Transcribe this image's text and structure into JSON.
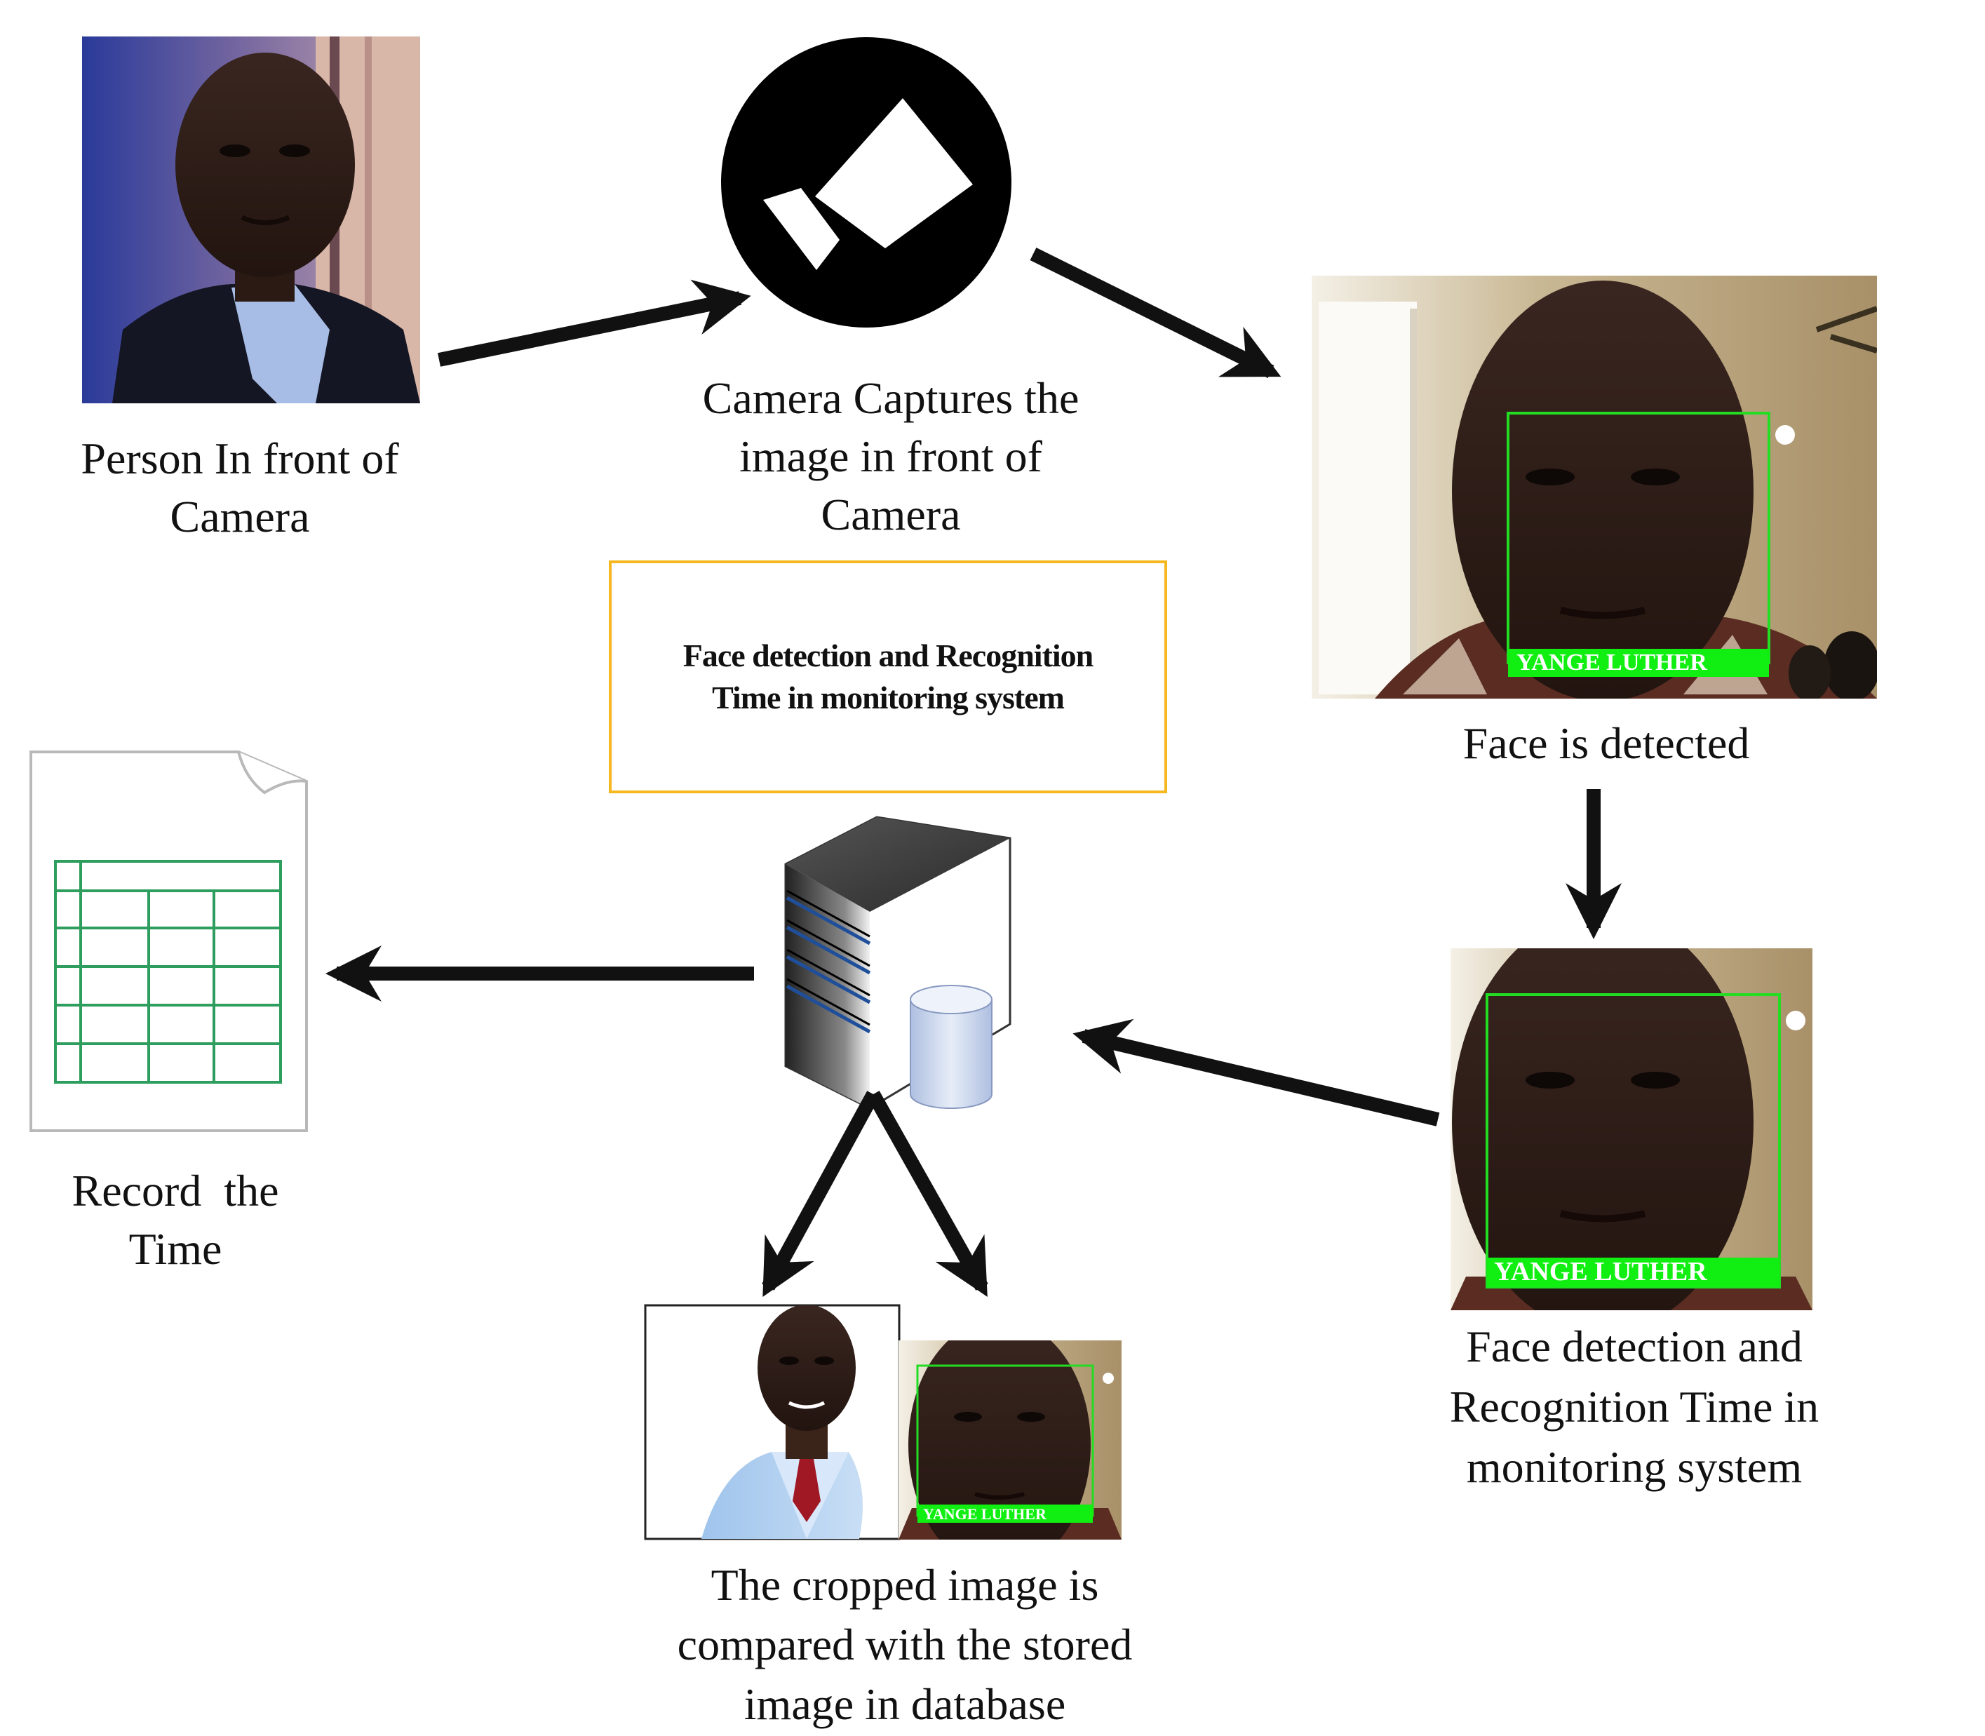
{
  "diagram": {
    "person": {
      "label_lines": [
        "Person In front of",
        "Camera"
      ]
    },
    "camera": {
      "label_lines": [
        "Camera Captures the",
        "image in front of",
        "Camera"
      ]
    },
    "detected": {
      "label_lines": [
        "Face is detected"
      ],
      "tag": "YANGE LUTHER"
    },
    "recognition": {
      "label_lines": [
        "Face detection and",
        "Recognition Time in",
        "monitoring system"
      ],
      "tag": "YANGE LUTHER"
    },
    "title_box": {
      "lines": [
        "Face detection and Recognition",
        "Time in monitoring system"
      ]
    },
    "record": {
      "label_lines": [
        "Record  the",
        "Time"
      ]
    },
    "compare": {
      "label_lines": [
        "The cropped image is",
        "compared with the stored",
        "image in database"
      ],
      "tag": "YANGE LUTHER"
    },
    "colors": {
      "arrow": "#111111",
      "box_border": "#f5b820",
      "detection_box": "#22dd22",
      "tag_fill": "#11ee11",
      "sheet_grid": "#2e9e5e",
      "database": "#c8d6ee"
    },
    "icons": [
      "person-photo",
      "camera-icon",
      "face-photo",
      "server-icon",
      "database-icon",
      "spreadsheet-icon",
      "id-photo"
    ]
  }
}
